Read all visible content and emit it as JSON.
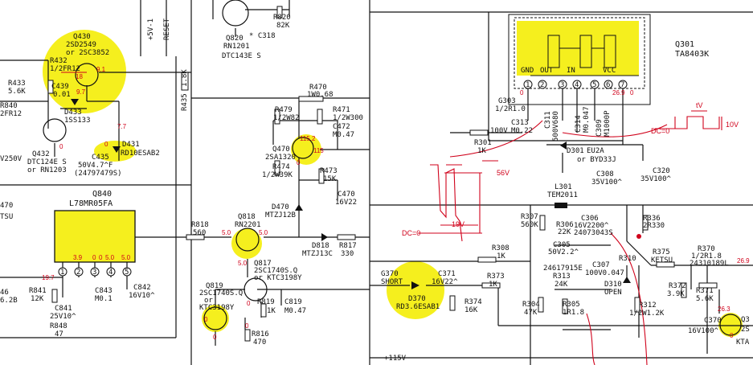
{
  "transistors": {
    "q430": {
      "ref": "Q430",
      "part": "2SD2549",
      "alt": "or 2SC3852"
    },
    "q432": {
      "ref": "Q432",
      "part": "DTC124E S",
      "alt": "or RN1203"
    },
    "q820": {
      "ref": "Q820",
      "part": "RN1201",
      "alt": "DTC143E S"
    },
    "q470": {
      "ref": "Q470",
      "part": "2SA1320"
    },
    "q818": {
      "ref": "Q818",
      "part": "RN2201"
    },
    "q817": {
      "ref": "Q817",
      "part": "2SC1740S.Q",
      "alt": "or KTC3198Y"
    },
    "q819": {
      "ref": "Q819",
      "part": "2SC1740S.Q",
      "alt": "or",
      "alt2": "KTC3198Y"
    },
    "q3r": {
      "ref": "Q3",
      "part": "2S",
      "alt": "KTA"
    }
  },
  "ics": {
    "q301": {
      "ref": "Q301",
      "part": "TA8403K",
      "pins": [
        "GND",
        "OUT",
        "IN",
        "VCC"
      ],
      "pin_nums": [
        "1",
        "2",
        "3",
        "4",
        "5",
        "6",
        "7"
      ]
    },
    "q840": {
      "ref": "Q840",
      "part": "L78MR05FA",
      "pin_nums": [
        "1",
        "2",
        "3",
        "4",
        "5"
      ],
      "pin_volts": [
        "3.9",
        "0",
        "0",
        "5.0",
        "5.0"
      ]
    }
  },
  "resistors": {
    "r432": {
      "ref": "R432",
      "val": "1/2FR12"
    },
    "r433": {
      "ref": "R433",
      "val": "5.6K"
    },
    "r840": {
      "ref": "R840",
      "val": "2FR12"
    },
    "r435": {
      "ref": "R435",
      "val": "1.8K"
    },
    "r820": {
      "ref": "R820",
      "val": "82K"
    },
    "r470": {
      "ref": "R470",
      "val": "1W0.68"
    },
    "r479": {
      "ref": "R479",
      "val": "1/2W82"
    },
    "r471": {
      "ref": "R471",
      "val": "1/2W300"
    },
    "r474": {
      "ref": "R474",
      "val": "1/2W39K"
    },
    "r473": {
      "ref": "R473",
      "val": "15K"
    },
    "r818": {
      "ref": "R818",
      "val": "560"
    },
    "r817": {
      "ref": "R817",
      "val": "330"
    },
    "r819": {
      "ref": "R819",
      "val": "1K"
    },
    "r816": {
      "ref": "R816",
      "val": "470"
    },
    "r841": {
      "ref": "R841",
      "val": "12K"
    },
    "r848": {
      "ref": "R848",
      "val": "47"
    },
    "r301": {
      "ref": "R301",
      "val": "1K"
    },
    "r307": {
      "ref": "R307",
      "val": "560K"
    },
    "r306": {
      "ref": "R306",
      "val": "22K"
    },
    "r308": {
      "ref": "R308",
      "val": "1K"
    },
    "r373": {
      "ref": "R373",
      "val": "1K"
    },
    "r374": {
      "ref": "R374",
      "val": "16K"
    },
    "r313": {
      "ref": "R313",
      "val": "24K"
    },
    "r304": {
      "ref": "R304",
      "val": "47K"
    },
    "r305": {
      "ref": "R305",
      "val": "1R1.8"
    },
    "r312": {
      "ref": "R312",
      "val": "1/2W1.2K"
    },
    "r336": {
      "ref": "R336",
      "val": "2R330"
    },
    "r375": {
      "ref": "R375",
      "val": "KETSU"
    },
    "r372": {
      "ref": "R372",
      "val": "3.9K"
    },
    "r371": {
      "ref": "R371",
      "val": "5.6K"
    },
    "r370": {
      "ref": "R370",
      "val": "1/2R1.8"
    },
    "r370b": {
      "val": "24310189L"
    },
    "r310": {
      "ref": "R310"
    }
  },
  "capacitors": {
    "c439": {
      "ref": "C439",
      "val": "0.01"
    },
    "c435": {
      "ref": "C435",
      "val": "50V4.7^F",
      "pn": "(24797479S)"
    },
    "c318": {
      "ref": "* C318"
    },
    "c472": {
      "ref": "C472",
      "val": "M0.47"
    },
    "c470": {
      "ref": "C470",
      "val": "16V22"
    },
    "c819": {
      "ref": "C819",
      "val": "M0.47"
    },
    "c843": {
      "ref": "C843",
      "val": "M0.1"
    },
    "c842": {
      "ref": "C842",
      "val": "16V10^"
    },
    "c841": {
      "ref": "C841",
      "val": "25V10^"
    },
    "c303": {
      "ref": "G303",
      "val": "1/2R1.0"
    },
    "c313": {
      "ref": "C313",
      "val": "M0.22"
    },
    "c311": {
      "ref": "C311",
      "val": "500V680"
    },
    "c314": {
      "ref": "C314",
      "val": "M0.047"
    },
    "c309": {
      "ref": "C309",
      "val": "M1000P"
    },
    "c308": {
      "ref": "C308",
      "val": "35V100^"
    },
    "c320": {
      "ref": "C320",
      "val": "35V100^"
    },
    "c306": {
      "ref": "C306",
      "val": "16V2200^",
      "pn": "24073043S"
    },
    "c305": {
      "ref": "C305",
      "val": "50V2.2^",
      "pn": "24617915E"
    },
    "c307": {
      "ref": "C307",
      "val": "100V0.047"
    },
    "c371": {
      "ref": "C371",
      "val": "16V22^"
    },
    "c370": {
      "ref": "C370",
      "val": "16V100^"
    }
  },
  "diodes": {
    "d433": {
      "ref": "D433",
      "val": "1SS133"
    },
    "d431": {
      "ref": "D431",
      "val": "RD10ESAB2"
    },
    "d470": {
      "ref": "D470",
      "val": "MTZJ12B"
    },
    "d818": {
      "ref": "D818",
      "val": "MTZJ13C"
    },
    "d301": {
      "ref": "D301",
      "val": "EU2A",
      "alt": "or BYD33J"
    },
    "d310": {
      "ref": "D310",
      "val": "OPEN"
    },
    "d370": {
      "ref": "D370",
      "val": "RD3.6ESAB1"
    }
  },
  "misc": {
    "g370": "G370",
    "short": "SHORT",
    "l301": "L301",
    "tem": "TEM2011",
    "v5": "+5V-1",
    "reset": "RESET",
    "v250": "V250V",
    "tsu": "TSU",
    "v115": "+115V",
    "v100": "100V",
    "r470b": "470",
    "r346": "46",
    "r346b": "6.2B"
  },
  "voltages": {
    "q430_a": "18",
    "q430_b": "9.1",
    "q430_c": "9.7",
    "q432_e": "0",
    "q432_c": "7.7",
    "d431_k": "0",
    "q470_b": "115.2",
    "q470_c": "115",
    "q470_e": "0",
    "q818_1": "5.0",
    "q818_2": "5.0",
    "q818_3": "5.0",
    "q817_e": "0",
    "q819_b": "0",
    "q819_c": "0",
    "r816_v": "0",
    "r841_v": "19.7",
    "r370_v": "26.9",
    "q3_b": "26.3",
    "q3_e": "0",
    "ic_v1": "0",
    "ic_v6": "26.9",
    "ic_v7": "0"
  },
  "annotations": {
    "v56": "56V",
    "v19": "19V",
    "dc0a": "DC=0",
    "dc0b": "DC=0",
    "tv": "tV",
    "v10": "10V"
  },
  "colors": {
    "wire": "#111111",
    "highlight": "#f5ef1e",
    "annotation": "#d0021b",
    "background": "#ffffff"
  }
}
